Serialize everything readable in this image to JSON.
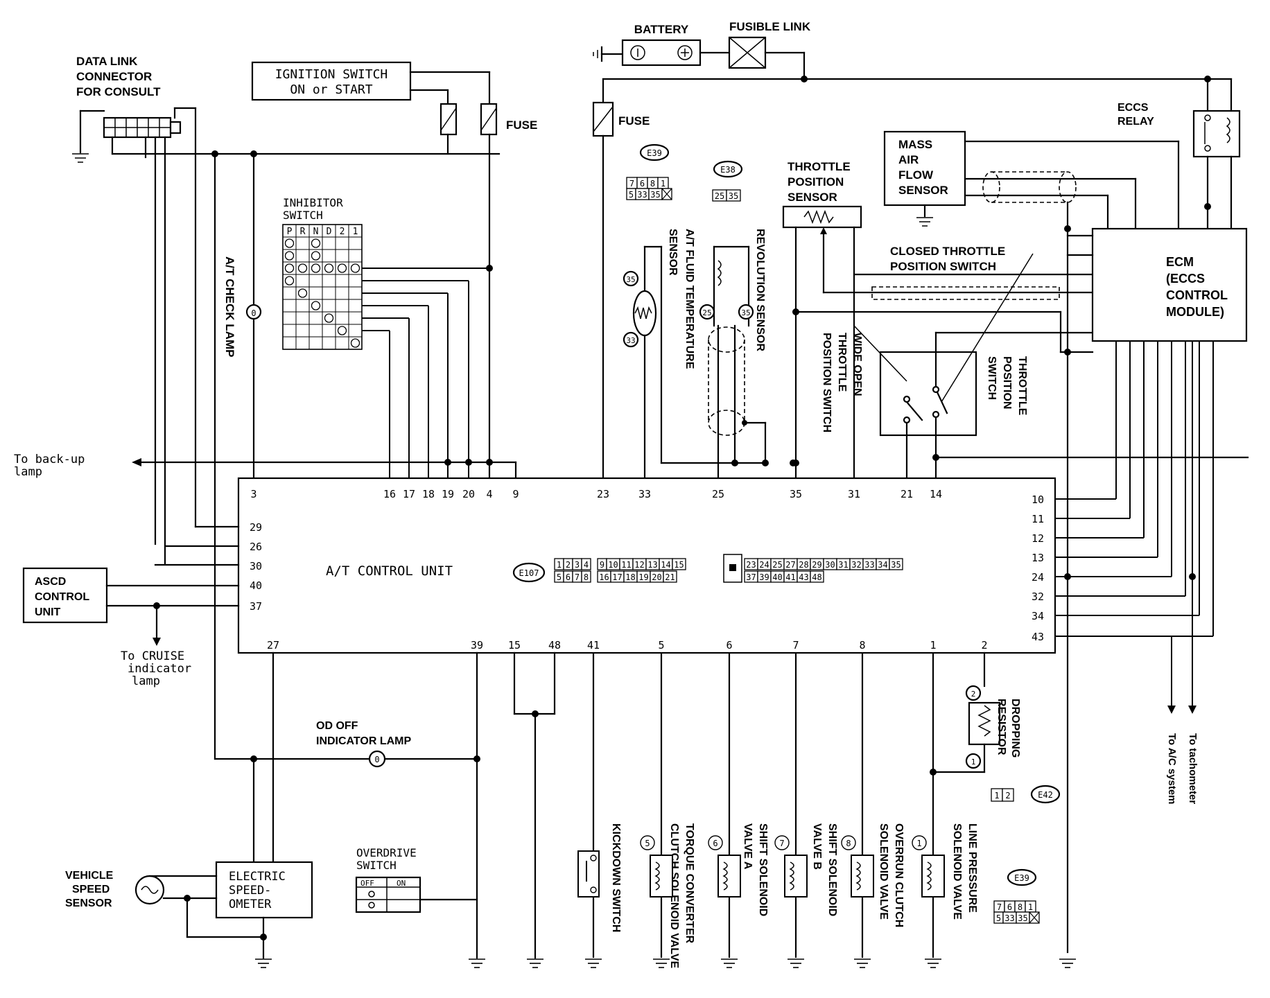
{
  "connectors": {
    "e39": "E39",
    "e38": "E38",
    "e107": "E107",
    "e42": "E42",
    "e39_pins_top": [
      "7",
      "6",
      "8",
      "1"
    ],
    "e39_pins_bot": [
      "5",
      "33",
      "35"
    ],
    "e38_pins": [
      "25",
      "35"
    ],
    "e42_pins": [
      "1",
      "2"
    ],
    "e107_top": [
      "1",
      "2",
      "3",
      "4",
      "9",
      "10",
      "11",
      "12",
      "13",
      "14",
      "15",
      "23",
      "24",
      "25",
      "27",
      "28",
      "29",
      "30",
      "31",
      "32",
      "33",
      "34",
      "35"
    ],
    "e107_bot": [
      "5",
      "6",
      "7",
      "8",
      "16",
      "17",
      "18",
      "19",
      "20",
      "21",
      "37",
      "39",
      "40",
      "41",
      "43",
      "48"
    ]
  },
  "top": {
    "battery": "BATTERY",
    "fusible_link": "FUSIBLE LINK",
    "fuse_a": "FUSE",
    "fuse_b": "FUSE",
    "eccs_relay": [
      "ECCS",
      "RELAY"
    ],
    "ignition": [
      "IGNITION SWITCH",
      "ON or START"
    ],
    "data_link": [
      "DATA LINK",
      "CONNECTOR",
      "FOR CONSULT"
    ]
  },
  "sensors": {
    "maf": [
      "MASS",
      "AIR",
      "FLOW",
      "SENSOR"
    ],
    "tps": [
      "THROTTLE",
      "POSITION",
      "SENSOR"
    ],
    "ctps": [
      "CLOSED THROTTLE",
      "POSITION SWITCH"
    ],
    "ecm": [
      "ECM",
      "(ECCS",
      "CONTROL",
      "MODULE)"
    ],
    "inhibitor": [
      "INHIBITOR",
      "SWITCH"
    ],
    "inhibitor_pos": [
      "P",
      "R",
      "N",
      "D",
      "2",
      "1"
    ],
    "at_check_lamp": "A/T CHECK LAMP",
    "fluid_temp": [
      "A/T FLUID TEMPERATURE",
      "SENSOR"
    ],
    "revolution": "REVOLUTION SENSOR",
    "wide_open": [
      "WIDE OPEN",
      "THROTTLE",
      "POSITION SWITCH"
    ],
    "throttle_switch": [
      "THROTTLE",
      "POSITION",
      "SWITCH"
    ]
  },
  "unit": {
    "title": "A/T CONTROL UNIT",
    "top_pins": [
      "3",
      "16",
      "17",
      "18",
      "19",
      "20",
      "4",
      "9",
      "23",
      "33",
      "25",
      "35",
      "31",
      "21",
      "14"
    ],
    "left_pins": [
      "29",
      "26",
      "30",
      "40",
      "37"
    ],
    "right_pins": [
      "10",
      "11",
      "12",
      "13",
      "24",
      "32",
      "34",
      "43"
    ],
    "bottom_pins": [
      "27",
      "39",
      "15",
      "48",
      "41",
      "5",
      "6",
      "7",
      "8",
      "1",
      "2"
    ]
  },
  "left": {
    "backup": [
      "To back-up",
      "lamp"
    ],
    "ascd": [
      "ASCD",
      "CONTROL",
      "UNIT"
    ],
    "cruise": [
      "To CRUISE",
      "indicator",
      "lamp"
    ],
    "od_off": [
      "OD OFF",
      "INDICATOR LAMP"
    ],
    "vss": [
      "VEHICLE",
      "SPEED",
      "SENSOR"
    ],
    "speedo": [
      "ELECTRIC",
      "SPEED-",
      "OMETER"
    ],
    "overdrive": [
      "OVERDRIVE",
      "SWITCH"
    ],
    "od_off_label": "OFF",
    "od_on_label": "ON"
  },
  "solenoids": {
    "kickdown": "KICKDOWN SWITCH",
    "torque": [
      "TORQUE CONVERTER",
      "CLUTCH SOLENOID VALVE"
    ],
    "shift_a": [
      "SHIFT SOLENOID",
      "VALVE A"
    ],
    "shift_b": [
      "SHIFT SOLENOID",
      "VALVE B"
    ],
    "overrun": [
      "OVERRUN CLUTCH",
      "SOLENOID VALVE"
    ],
    "line_pressure": [
      "LINE PRESSURE",
      "SOLENOID VALVE"
    ],
    "dropping": [
      "DROPPING",
      "RESISTOR"
    ],
    "to_ac": "To A/C system",
    "to_tach": "To tachometer"
  }
}
